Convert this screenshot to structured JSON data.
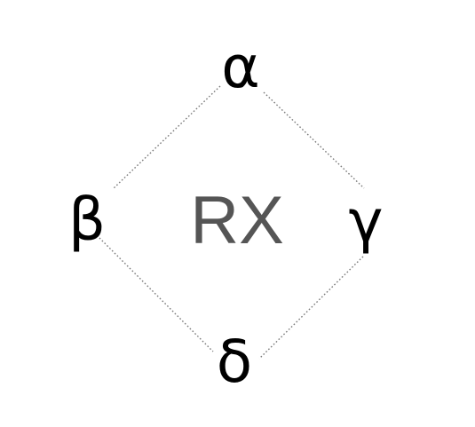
{
  "diagram": {
    "center_label": "RX",
    "nodes": {
      "top": "α",
      "left": "β",
      "right": "γ",
      "bottom": "δ"
    },
    "colors": {
      "node_text": "#000000",
      "center_text": "#555555",
      "edge": "#7a7a7a",
      "background": "#ffffff"
    }
  }
}
